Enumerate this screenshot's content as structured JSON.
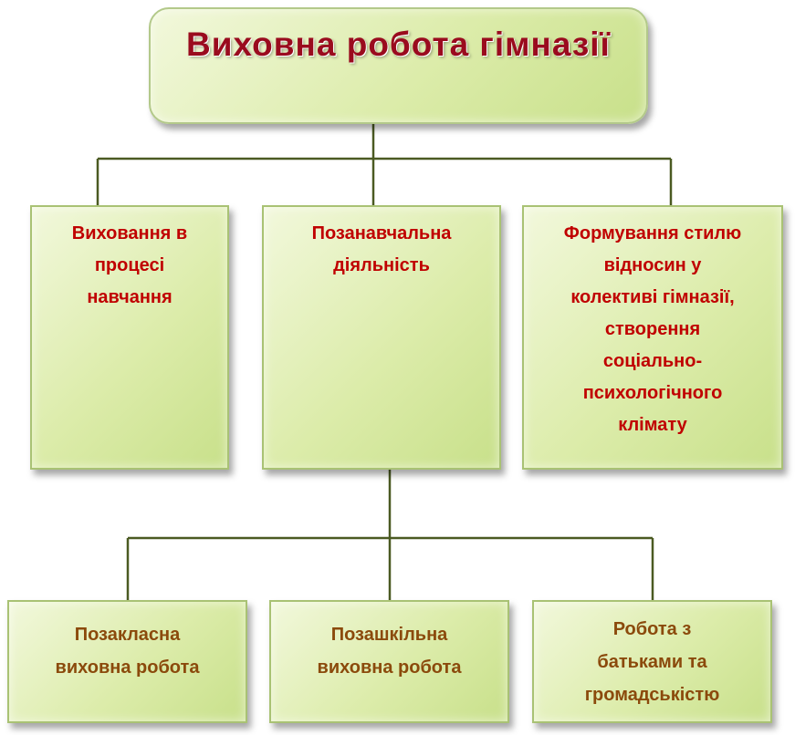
{
  "title": "Виховна робота гімназії",
  "level1": [
    {
      "lines": [
        "Виховання в",
        "процесі",
        "навчання"
      ]
    },
    {
      "lines": [
        "Позанавчальна",
        "діяльність"
      ]
    },
    {
      "lines": [
        "Формування стилю",
        "відносин у",
        "колективі гімназії,",
        "створення",
        "соціально-",
        "психологічного",
        "клімату"
      ]
    }
  ],
  "level2": [
    {
      "lines": [
        "Позакласна",
        "виховна робота"
      ]
    },
    {
      "lines": [
        "Позашкільна",
        "виховна робота"
      ]
    },
    {
      "lines": [
        "Робота з",
        "батьками та",
        "громадськістю"
      ]
    }
  ],
  "colors": {
    "title": "#9a0b1e",
    "level1_text": "#c00000",
    "level2_text": "#8b4a0c",
    "box_fill": "#dcecaa",
    "box_border": "#a9c274",
    "connector": "#5a6a2a"
  }
}
